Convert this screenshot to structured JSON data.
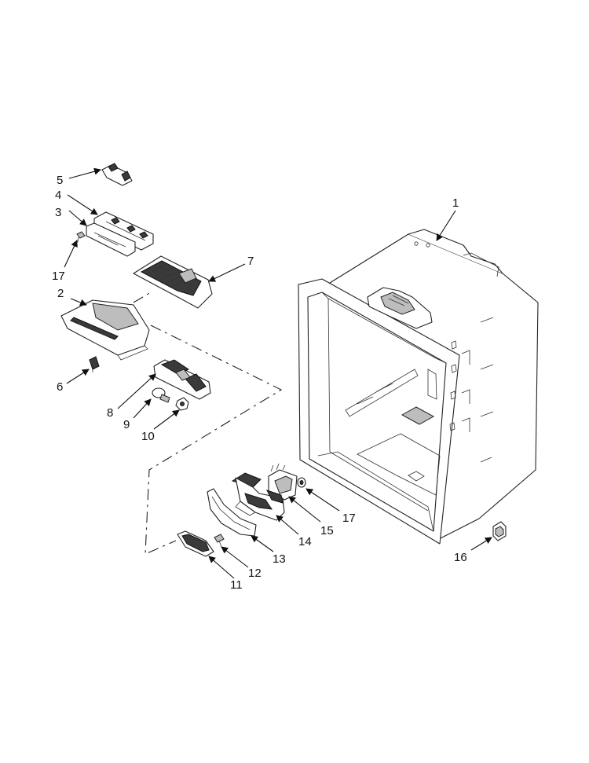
{
  "callouts": {
    "c1": "1",
    "c2": "2",
    "c3": "3",
    "c4": "4",
    "c5": "5",
    "c6": "6",
    "c7": "7",
    "c8": "8",
    "c9": "9",
    "c10": "10",
    "c11": "11",
    "c12": "12",
    "c13": "13",
    "c14": "14",
    "c15": "15",
    "c16": "16",
    "c17a": "17",
    "c17b": "17"
  },
  "colors": {
    "line": "#222222",
    "dark_part": "#3a3a3a",
    "grey_part": "#bdbdbd",
    "background": "#ffffff"
  }
}
